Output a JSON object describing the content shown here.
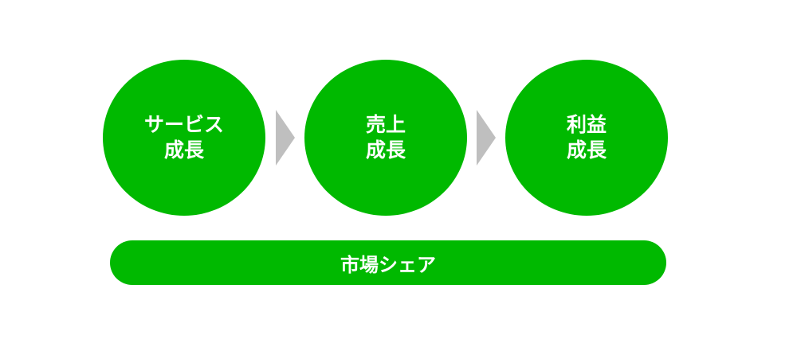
{
  "colors": {
    "node_fill": "#00b900",
    "arrow_fill": "#bfbfbf",
    "text": "#ffffff"
  },
  "steps": [
    {
      "line1": "サービス",
      "line2": "成長"
    },
    {
      "line1": "売上",
      "line2": "成長"
    },
    {
      "line1": "利益",
      "line2": "成長"
    }
  ],
  "base_bar": {
    "label": "市場シェア"
  }
}
